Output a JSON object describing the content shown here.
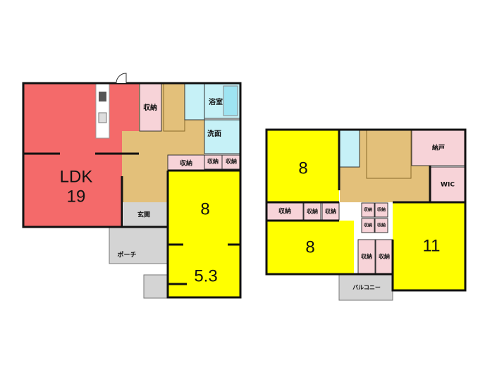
{
  "colors": {
    "ldk": "#f46a6a",
    "bedroom": "#ffff00",
    "hall": "#e3c07a",
    "storage": "#f7d3d8",
    "wet": "#c6f1f7",
    "exterior": "#d4d4d4"
  },
  "floor1": {
    "ldk_label": "LDK",
    "ldk_size": "19",
    "storage_stair": "収納",
    "bath": "浴室",
    "washroom": "洗面",
    "storage_hall": "収納",
    "storage_a": "収納",
    "storage_b": "収納",
    "room_8": "8",
    "room_53": "5.3",
    "entrance": "玄関",
    "porch": "ポーチ"
  },
  "floor2": {
    "room_8_top": "8",
    "room_8_bottom": "8",
    "room_11": "11",
    "storage_row": [
      "収納",
      "収納",
      "収納"
    ],
    "closet": "納戸",
    "wic": "WIC",
    "small_storage": [
      "収納",
      "収納",
      "収納",
      "収納"
    ],
    "storage_pair": [
      "収納",
      "収納"
    ],
    "balcony": "バルコニー"
  }
}
